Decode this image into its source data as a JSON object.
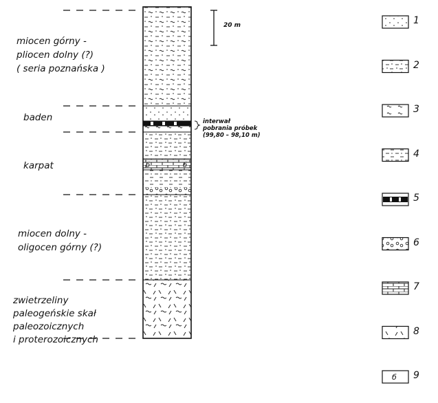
{
  "stratigraphy": [
    {
      "id": "unit-1",
      "lines": [
        "miocen górny -",
        "pliocen dolny (?)",
        "( seria poznańska )"
      ]
    },
    {
      "id": "unit-2",
      "lines": [
        "baden"
      ]
    },
    {
      "id": "unit-3",
      "lines": [
        "karpat"
      ]
    },
    {
      "id": "unit-4",
      "lines": [
        "miocen dolny -",
        "oligocen górny (?)"
      ]
    },
    {
      "id": "unit-5",
      "lines": [
        "zwietrzeliny",
        "paleogeńskie skał",
        "paleozoicznych",
        "i proterozoicznych"
      ]
    }
  ],
  "scale": {
    "label": "20 m"
  },
  "sample_note": {
    "lines": [
      "interwał",
      "pobrania próbek",
      "(99,80 – 98,10 m)"
    ]
  },
  "legend": [
    {
      "number": "1",
      "pattern": "sand-dots"
    },
    {
      "number": "2",
      "pattern": "silt-sand"
    },
    {
      "number": "3",
      "pattern": "clay-wavy"
    },
    {
      "number": "4",
      "pattern": "mud-dashes"
    },
    {
      "number": "5",
      "pattern": "lignite-black"
    },
    {
      "number": "6",
      "pattern": "gravel"
    },
    {
      "number": "7",
      "pattern": "limestone-bricks"
    },
    {
      "number": "8",
      "pattern": "weathered-rock"
    },
    {
      "number": "9",
      "pattern": "fossil-symbol",
      "symbol": "б"
    }
  ]
}
